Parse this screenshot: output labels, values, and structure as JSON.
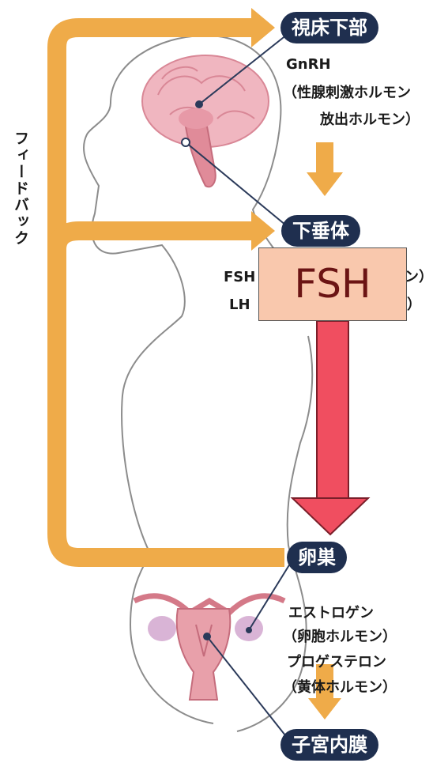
{
  "labels": {
    "hypothalamus": "視床下部",
    "pituitary": "下垂体",
    "ovary": "卵巣",
    "endometrium": "子宮内膜",
    "feedback": "フィードバック"
  },
  "notes": {
    "gnrh_1": "GnRH",
    "gnrh_2": "（性腺刺激ホルモン",
    "gnrh_3": "放出ホルモン）",
    "fsh_partial": "FSH",
    "fsh_tail": "ン）",
    "lh_partial": "LH",
    "lh_tail": "）",
    "ovary_h1": "エストロゲン",
    "ovary_h2": "（卵胞ホルモン）",
    "ovary_h3": "プロゲステロン",
    "ovary_h4": "（黄体ホルモン）"
  },
  "overlay": {
    "label": "FSH"
  },
  "colors": {
    "arrow_orange": "#efab49",
    "arrow_red": "#f04e60",
    "pill_navy": "#1f2f4f",
    "silhouette": "#8c8c8c",
    "brain_pink": "#f0b6c0",
    "uterus_pink": "#e8a0aa"
  }
}
